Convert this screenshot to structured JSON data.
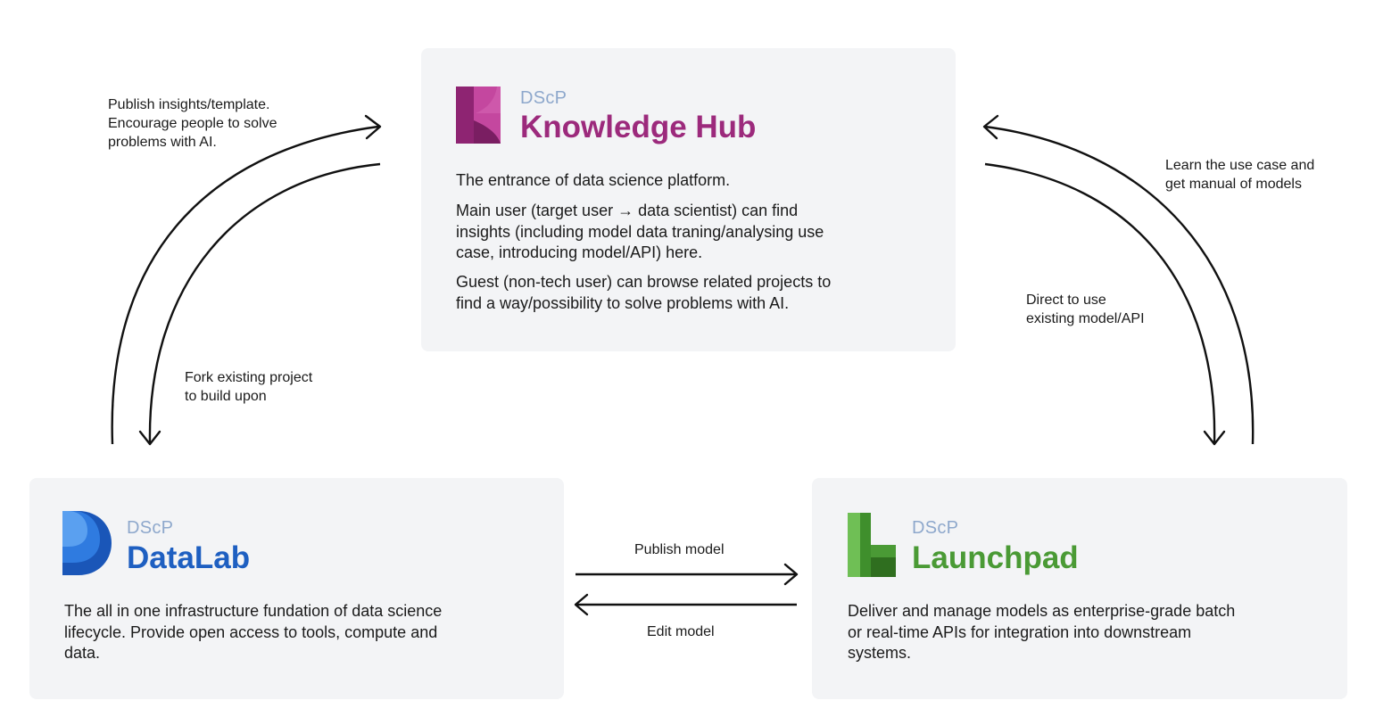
{
  "colors": {
    "card_background": "#f3f4f6",
    "knowledge_hub": "#9c2a7c",
    "datalab": "#1e5fc1",
    "launchpad": "#4a9a35",
    "brand_prefix": "#8ea8cc",
    "arrow": "#111111"
  },
  "knowledge_hub": {
    "logo_icon": "knowledge-hub-logo-icon",
    "brand": "DScP",
    "name": "Knowledge Hub",
    "paragraphs": [
      [
        "The entrance of data science platform."
      ],
      [
        "Main user (target user → data scientist) can find",
        "insights (including model data traning/analysing use",
        "case, introducing model/API) here."
      ],
      [
        "Guest (non-tech user) can browse related projects to",
        "find a way/possibility to solve problems with AI."
      ]
    ]
  },
  "datalab": {
    "logo_icon": "datalab-logo-icon",
    "brand": "DScP",
    "name": "DataLab",
    "description": [
      "The all in one infrastructure fundation of data science",
      "lifecycle. Provide open access to tools, compute and",
      "data."
    ]
  },
  "launchpad": {
    "logo_icon": "launchpad-logo-icon",
    "brand": "DScP",
    "name": "Launchpad",
    "description": [
      "Deliver and manage models as enterprise-grade batch",
      "or real-time APIs for integration into downstream",
      "systems."
    ]
  },
  "edge_labels": {
    "publish_insights": [
      "Publish insights/template.",
      "Encourage people to solve",
      "problems with AI."
    ],
    "fork_project": [
      "Fork existing project",
      "to build upon"
    ],
    "learn_use_case": [
      "Learn the use case and",
      "get manual of models"
    ],
    "direct_to_use": [
      "Direct to use",
      "existing model/API"
    ],
    "publish_model": [
      "Publish model"
    ],
    "edit_model": [
      "Edit model"
    ]
  }
}
